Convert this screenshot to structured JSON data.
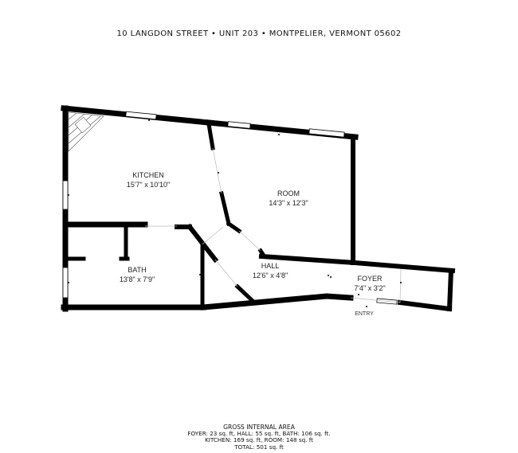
{
  "header": {
    "address": "10 LANGDON STREET • UNIT 203 • MONTPELIER, VERMONT 05602"
  },
  "rooms": [
    {
      "name": "KITCHEN",
      "dimensions": "15'7\" x 10'10\"",
      "area_sqft": 169
    },
    {
      "name": "ROOM",
      "dimensions": "14'3\" x 12'3\"",
      "area_sqft": 148
    },
    {
      "name": "BATH",
      "dimensions": "13'8\" x 7'9\"",
      "area_sqft": 106
    },
    {
      "name": "HALL",
      "dimensions": "12'6\" x 4'8\"",
      "area_sqft": 55
    },
    {
      "name": "FOYER",
      "dimensions": "7'4\" x 3'2\"",
      "area_sqft": 23
    }
  ],
  "entry_label": "ENTRY",
  "footer": {
    "heading": "GROSS INTERNAL AREA",
    "line1": "FOYER: 23 sq. ft, HALL: 55 sq. ft, BATH: 106 sq. ft.",
    "line2": "KITCHEN: 169 sq. ft, ROOM: 148 sq. ft",
    "line3": "TOTAL: 501 sq. ft"
  },
  "colors": {
    "wall": "#000000",
    "background": "#ffffff",
    "window": "#ffffff"
  }
}
